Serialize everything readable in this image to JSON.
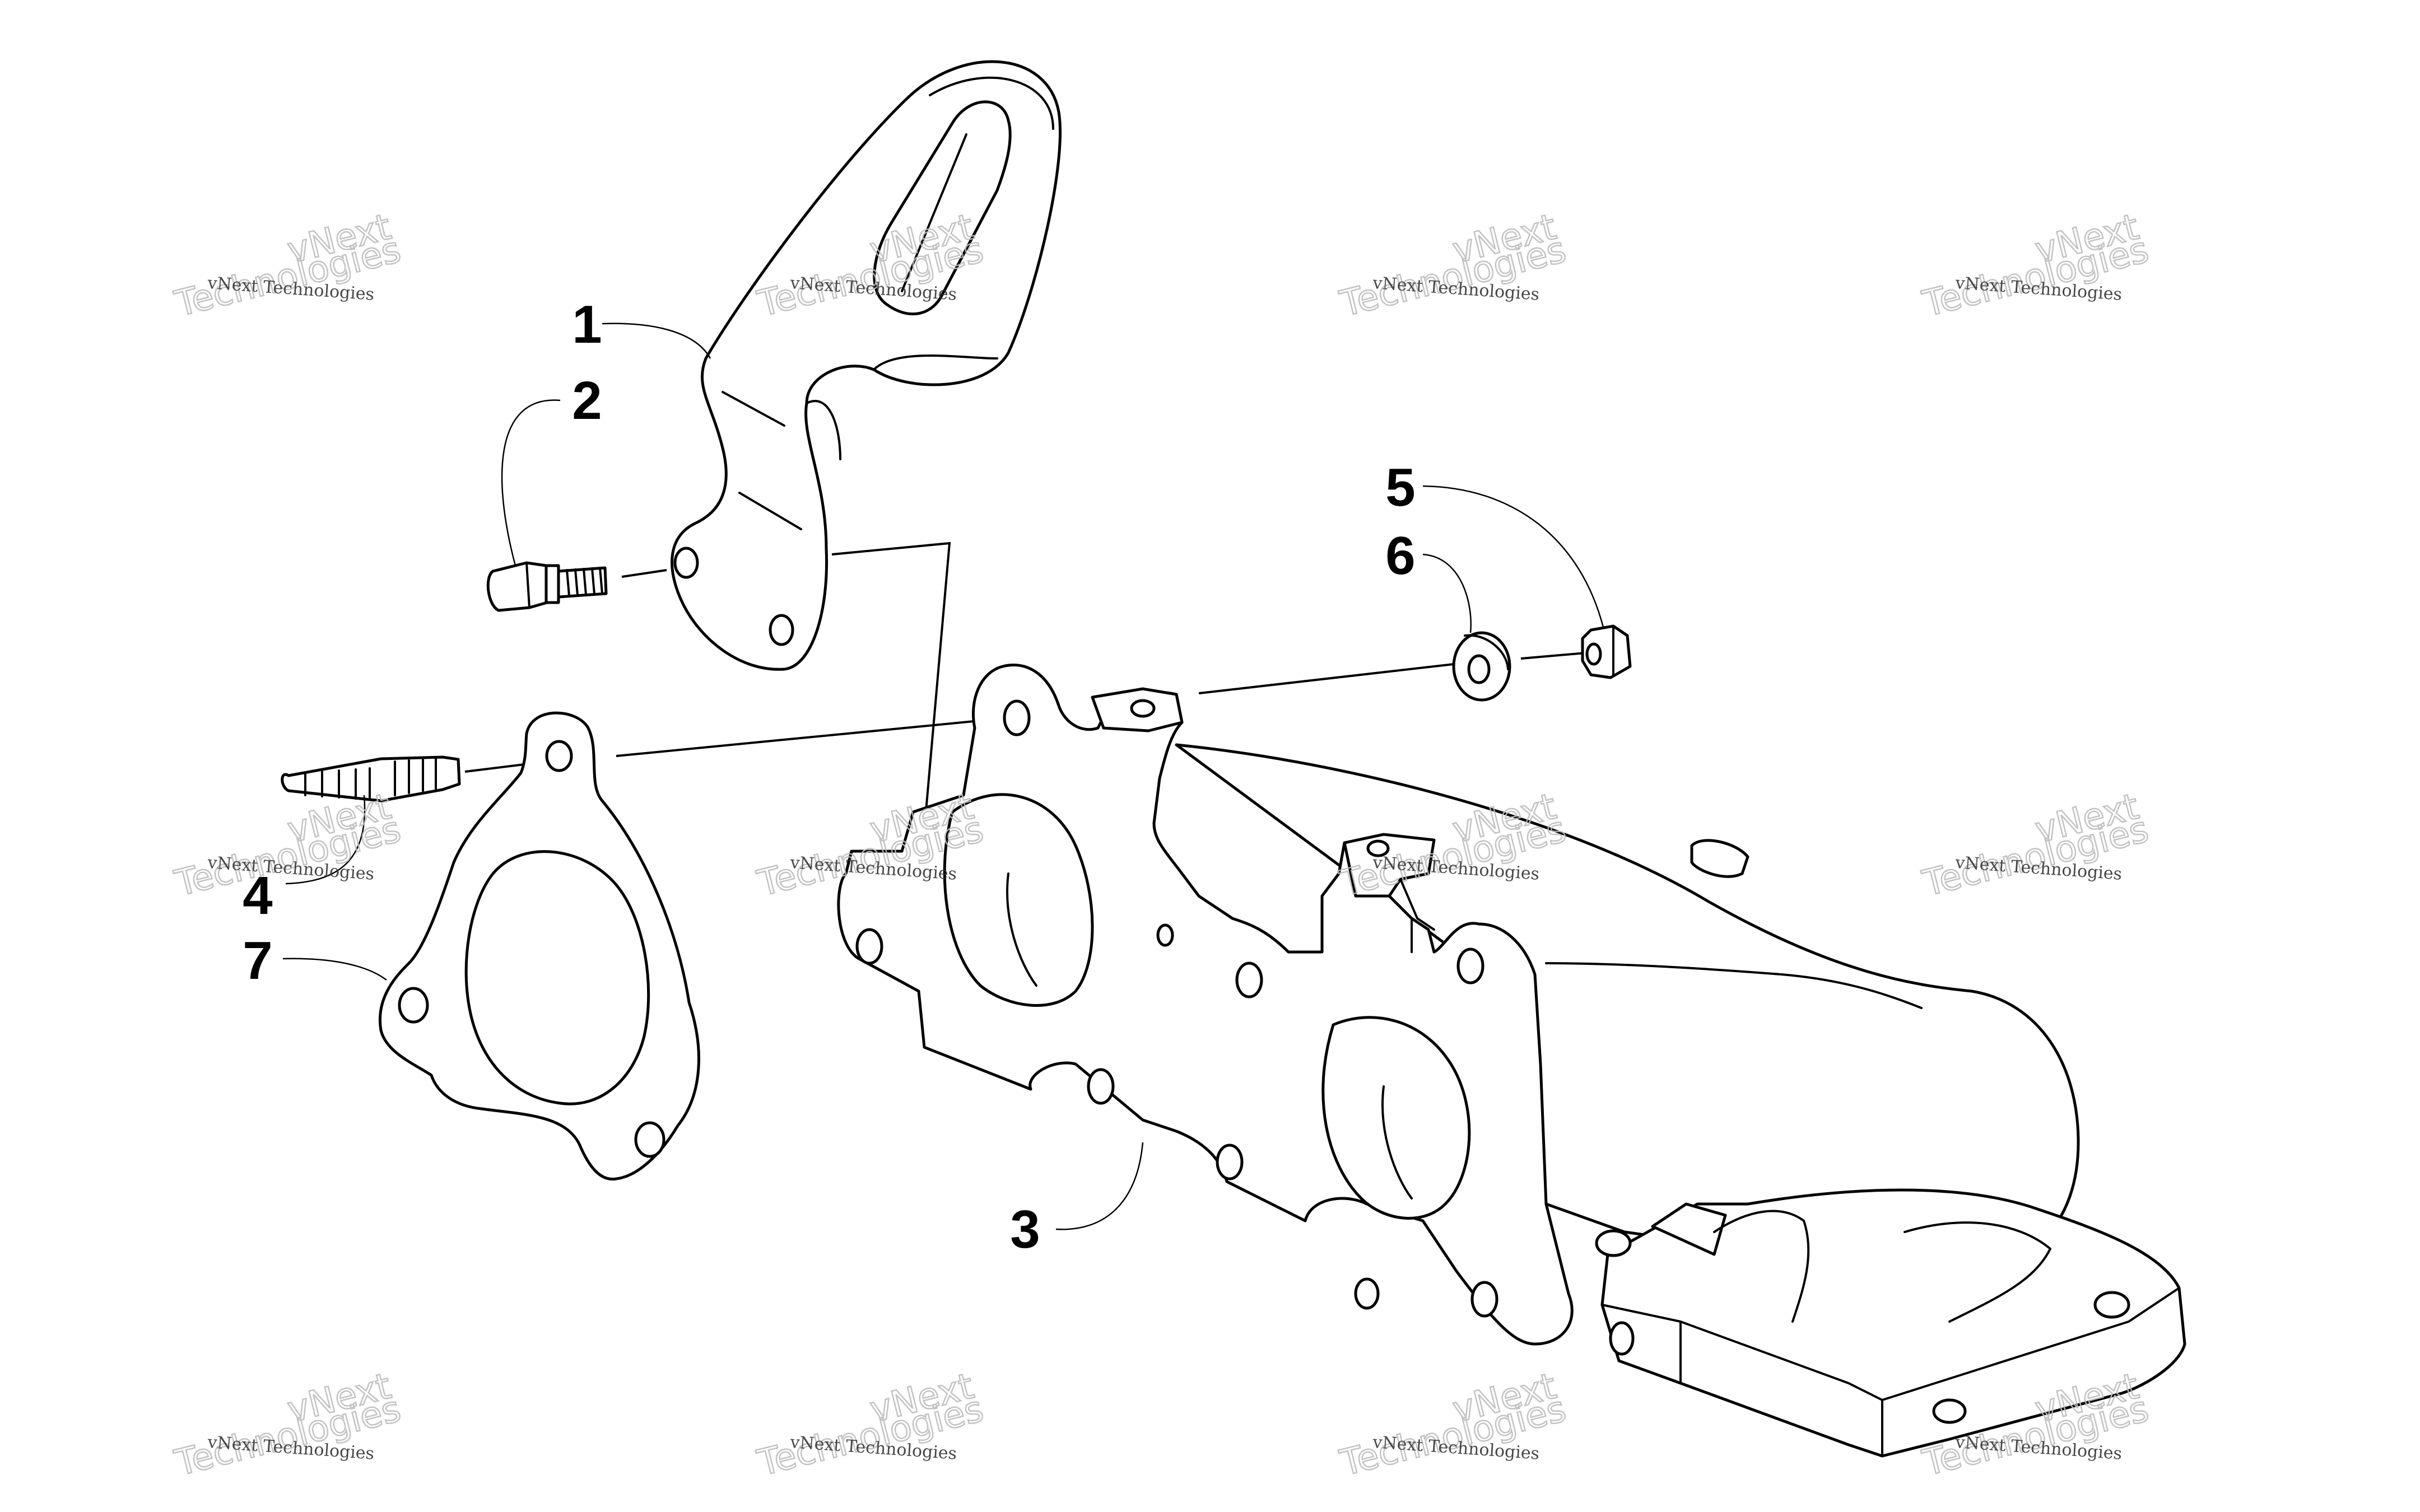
{
  "callouts": [
    {
      "id": "1",
      "label": "1"
    },
    {
      "id": "2",
      "label": "2"
    },
    {
      "id": "3",
      "label": "3"
    },
    {
      "id": "4",
      "label": "4"
    },
    {
      "id": "5",
      "label": "5"
    },
    {
      "id": "6",
      "label": "6"
    },
    {
      "id": "7",
      "label": "7"
    }
  ],
  "watermark": {
    "line_small": "vNext Technologies",
    "line_big_1": "vNext",
    "line_big_2": "Technologies"
  }
}
